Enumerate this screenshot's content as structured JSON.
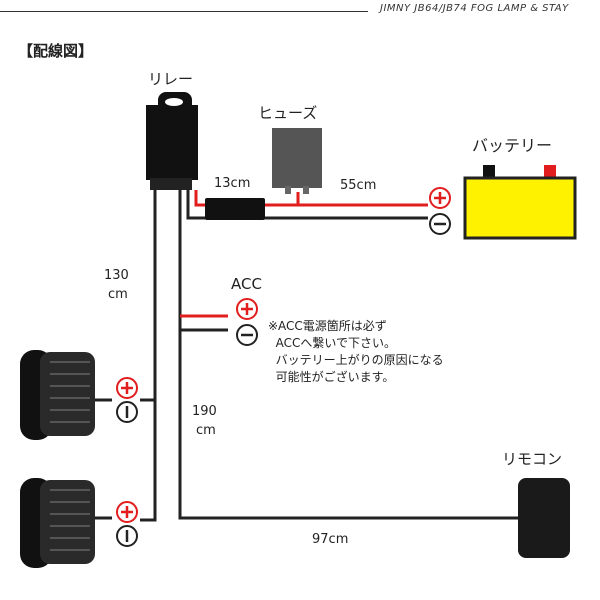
{
  "header": {
    "product_title": "JIMNY JB64/JB74 FOG LAMP & STAY",
    "section_title": "【配線図】"
  },
  "labels": {
    "relay": "リレー",
    "fuse": "ヒューズ",
    "battery": "バッテリー",
    "remote": "リモコン",
    "acc": "ACC"
  },
  "lengths": {
    "relay_to_fuse": "13cm",
    "fuse_to_battery": "55cm",
    "relay_to_lamps_value": "130",
    "relay_to_lamps_unit": "cm",
    "relay_to_remote_value": "190",
    "relay_to_remote_unit": "cm",
    "remote_wire": "97cm"
  },
  "note": {
    "text": "※ACC電源箇所は必ず\n  ACCへ繋いで下さい。\n  バッテリー上がりの原因になる\n  可能性がございます。"
  },
  "colors": {
    "positive_wire": "#e21d1d",
    "negative_wire": "#222222",
    "battery_body": "#fff200"
  }
}
